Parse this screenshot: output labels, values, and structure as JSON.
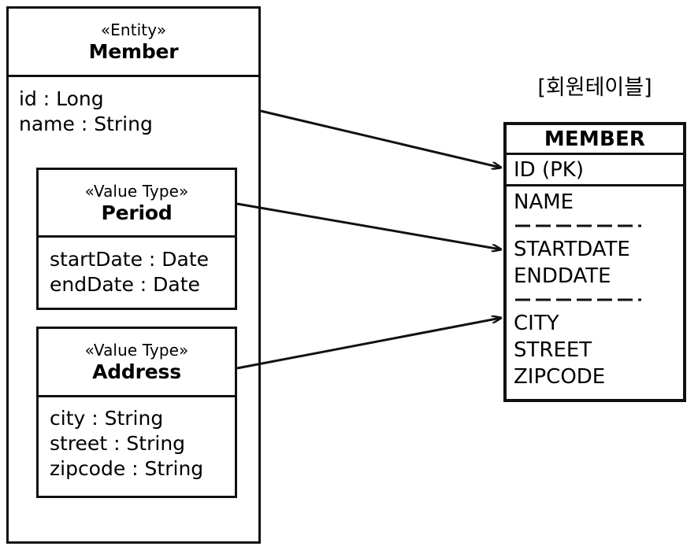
{
  "diagram": {
    "title_right": "[회원테이블]"
  },
  "member_entity": {
    "stereotype": "«Entity»",
    "name": "Member",
    "attributes": [
      "id : Long",
      "name : String"
    ]
  },
  "period_value_type": {
    "stereotype": "«Value Type»",
    "name": "Period",
    "attributes": [
      "startDate : Date",
      "endDate : Date"
    ]
  },
  "address_value_type": {
    "stereotype": "«Value Type»",
    "name": "Address",
    "attributes": [
      "city : String",
      "street : String",
      "zipcode : String"
    ]
  },
  "member_table": {
    "name": "MEMBER",
    "primary_key_column": "ID (PK)",
    "columns_group_1": [
      "NAME"
    ],
    "columns_group_2": [
      "STARTDATE",
      "ENDDATE"
    ],
    "columns_group_3": [
      "CITY",
      "STREET",
      "ZIPCODE"
    ]
  },
  "connectors": [
    {
      "name": "member-to-id",
      "from": "Member",
      "to": "ID (PK)"
    },
    {
      "name": "period-to-startdate",
      "from": "Period",
      "to": "STARTDATE"
    },
    {
      "name": "address-to-city",
      "from": "Address",
      "to": "CITY"
    }
  ],
  "colors": {
    "stroke": "#111111",
    "background": "#ffffff",
    "text": "#000000"
  }
}
